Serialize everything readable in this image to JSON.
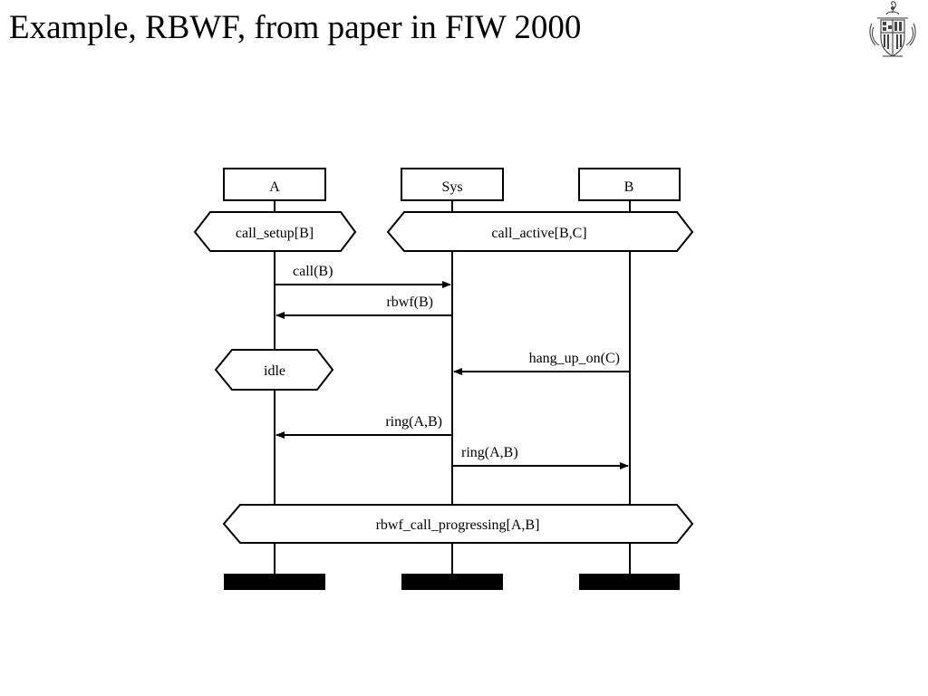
{
  "slide": {
    "title": "Example, RBWF, from paper in FIW 2000"
  },
  "logo": {
    "icon": "heraldic-crest-icon"
  },
  "diagram": {
    "type": "message-sequence-chart",
    "instances": [
      {
        "id": "A",
        "label": "A"
      },
      {
        "id": "Sys",
        "label": "Sys"
      },
      {
        "id": "B",
        "label": "B"
      }
    ],
    "conditions": [
      {
        "label": "call_setup[B]",
        "covers": [
          "A"
        ]
      },
      {
        "label": "call_active[B,C]",
        "covers": [
          "Sys",
          "B"
        ]
      },
      {
        "label": "idle",
        "covers": [
          "A"
        ]
      },
      {
        "label": "rbwf_call_progressing[A,B]",
        "covers": [
          "A",
          "Sys",
          "B"
        ]
      }
    ],
    "messages": [
      {
        "label": "call(B)",
        "from": "A",
        "to": "Sys"
      },
      {
        "label": "rbwf(B)",
        "from": "Sys",
        "to": "A"
      },
      {
        "label": "hang_up_on(C)",
        "from": "B",
        "to": "Sys"
      },
      {
        "label": "ring(A,B)",
        "from": "Sys",
        "to": "A"
      },
      {
        "label": "ring(A,B)",
        "from": "Sys",
        "to": "B"
      }
    ]
  }
}
